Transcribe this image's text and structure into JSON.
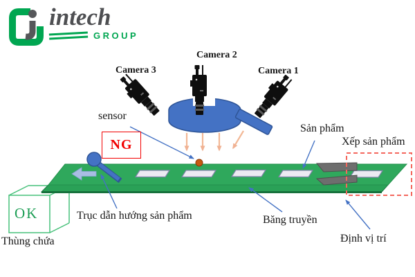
{
  "logo": {
    "brand": "intech",
    "group": "GROUP"
  },
  "labels": {
    "camera1": "Camera 1",
    "camera2": "Camera 2",
    "camera3": "Camera 3",
    "sensor": "sensor",
    "ng": "NG",
    "ok": "OK",
    "product": "Sản phẩm",
    "stack_product": "Xếp sản phẩm",
    "guide_shaft": "Trục dẫn hướng sản phẩm",
    "conveyor": "Băng truyền",
    "positioning": "Định vị trí",
    "container": "Thùng chứa"
  },
  "colors": {
    "belt_green": "#2fa85c",
    "belt_dark": "#1a7440",
    "device_blue": "#4472c4",
    "device_blue_dark": "#2f5597",
    "alert_red": "#f20000",
    "dashed_red": "#f4675d",
    "logo_green": "#00a651",
    "logo_gray": "#4e4f52",
    "sensor_orange": "#c55a11",
    "light_arrow_orange": "#f2b896"
  }
}
